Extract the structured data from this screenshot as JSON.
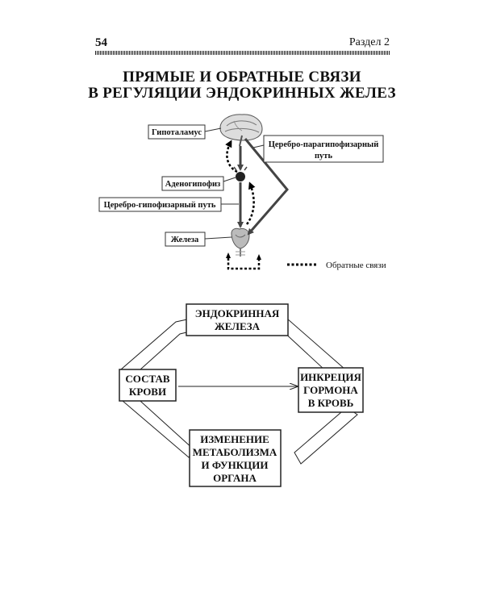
{
  "header": {
    "page_number": "54",
    "section": "Раздел 2"
  },
  "title": {
    "line1": "ПРЯМЫЕ И ОБРАТНЫЕ СВЯЗИ",
    "line2": "В РЕГУЛЯЦИИ ЭНДОКРИННЫХ ЖЕЛЕЗ"
  },
  "diagram1": {
    "labels": {
      "hypothalamus": "Гипоталамус",
      "adenohypophysis": "Аденогипофиз",
      "cerebro_pituitary": "Церебро-гипофизарный путь",
      "gland": "Железа",
      "cerebro_parapituitary_line1": "Церебро-парагипофизарный",
      "cerebro_parapituitary_line2": "путь"
    },
    "legend": {
      "feedback": "Обратные связи"
    }
  },
  "diagram2": {
    "endocrine_gland": [
      "ЭНДОКРИННАЯ",
      "ЖЕЛЕЗА"
    ],
    "blood_composition": [
      "СОСТАВ",
      "КРОВИ"
    ],
    "hormone_secretion": [
      "ИНКРЕЦИЯ",
      "ГОРМОНА",
      "В КРОВЬ"
    ],
    "metabolism_change": [
      "ИЗМЕНЕНИЕ",
      "МЕТАБОЛИЗМА",
      "И ФУНКЦИИ",
      "ОРГАНА"
    ]
  }
}
